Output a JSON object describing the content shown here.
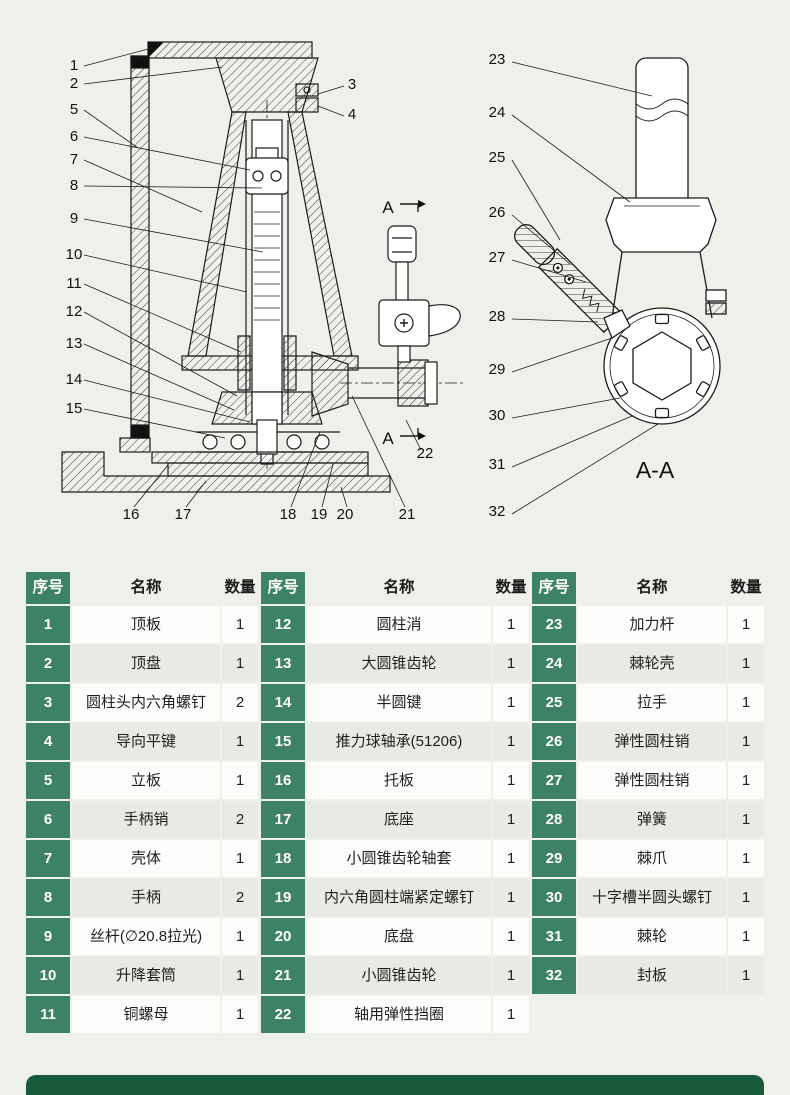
{
  "page": {
    "background": "#edf1ea",
    "accent_green": "#3e8266",
    "footer_green": "#185a3c",
    "row_alt_gray": "#e8eae4"
  },
  "drawing": {
    "callouts": [
      "1",
      "2",
      "3",
      "4",
      "5",
      "6",
      "7",
      "8",
      "9",
      "10",
      "11",
      "12",
      "13",
      "14",
      "15",
      "16",
      "17",
      "18",
      "19",
      "20",
      "21",
      "22",
      "23",
      "24",
      "25",
      "26",
      "27",
      "28",
      "29",
      "30",
      "31",
      "32"
    ],
    "section_marker_top": "A",
    "section_marker_bottom": "A",
    "section_label": "A-A"
  },
  "parts_table": {
    "headers": {
      "no": "序号",
      "name": "名称",
      "qty": "数量"
    },
    "columns": [
      {
        "rows": [
          {
            "no": "1",
            "name": "顶板",
            "qty": "1"
          },
          {
            "no": "2",
            "name": "顶盘",
            "qty": "1"
          },
          {
            "no": "3",
            "name": "圆柱头内六角螺钉",
            "qty": "2"
          },
          {
            "no": "4",
            "name": "导向平键",
            "qty": "1"
          },
          {
            "no": "5",
            "name": "立板",
            "qty": "1"
          },
          {
            "no": "6",
            "name": "手柄销",
            "qty": "2"
          },
          {
            "no": "7",
            "name": "壳体",
            "qty": "1"
          },
          {
            "no": "8",
            "name": "手柄",
            "qty": "2"
          },
          {
            "no": "9",
            "name": "丝杆(∅20.8拉光)",
            "qty": "1"
          },
          {
            "no": "10",
            "name": "升降套筒",
            "qty": "1"
          },
          {
            "no": "11",
            "name": "铜螺母",
            "qty": "1"
          }
        ]
      },
      {
        "rows": [
          {
            "no": "12",
            "name": "圆柱消",
            "qty": "1"
          },
          {
            "no": "13",
            "name": "大圆锥齿轮",
            "qty": "1"
          },
          {
            "no": "14",
            "name": "半圆键",
            "qty": "1"
          },
          {
            "no": "15",
            "name": "推力球轴承(51206)",
            "qty": "1"
          },
          {
            "no": "16",
            "name": "托板",
            "qty": "1"
          },
          {
            "no": "17",
            "name": "底座",
            "qty": "1"
          },
          {
            "no": "18",
            "name": "小圆锥齿轮轴套",
            "qty": "1"
          },
          {
            "no": "19",
            "name": "内六角圆柱端紧定螺钉",
            "qty": "1"
          },
          {
            "no": "20",
            "name": "底盘",
            "qty": "1"
          },
          {
            "no": "21",
            "name": "小圆锥齿轮",
            "qty": "1"
          },
          {
            "no": "22",
            "name": "轴用弹性挡圈",
            "qty": "1"
          }
        ]
      },
      {
        "rows": [
          {
            "no": "23",
            "name": "加力杆",
            "qty": "1"
          },
          {
            "no": "24",
            "name": "棘轮壳",
            "qty": "1"
          },
          {
            "no": "25",
            "name": "拉手",
            "qty": "1"
          },
          {
            "no": "26",
            "name": "弹性圆柱销",
            "qty": "1"
          },
          {
            "no": "27",
            "name": "弹性圆柱销",
            "qty": "1"
          },
          {
            "no": "28",
            "name": "弹簧",
            "qty": "1"
          },
          {
            "no": "29",
            "name": "棘爪",
            "qty": "1"
          },
          {
            "no": "30",
            "name": "十字槽半圆头螺钉",
            "qty": "1"
          },
          {
            "no": "31",
            "name": "棘轮",
            "qty": "1"
          },
          {
            "no": "32",
            "name": "封板",
            "qty": "1"
          }
        ]
      }
    ]
  }
}
